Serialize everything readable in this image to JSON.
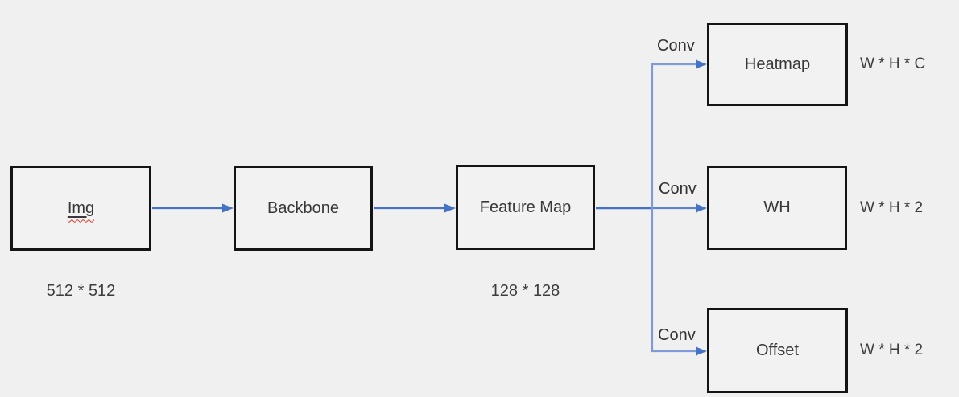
{
  "nodes": {
    "img": {
      "label": "Img",
      "dimension": "512 * 512"
    },
    "backbone": {
      "label": "Backbone"
    },
    "feature_map": {
      "label": "Feature Map",
      "dimension": "128 * 128"
    },
    "heatmap": {
      "label": "Heatmap",
      "output_dimension": "W * H * C"
    },
    "wh": {
      "label": "WH",
      "output_dimension": "W * H * 2"
    },
    "offset": {
      "label": "Offset",
      "output_dimension": "W * H * 2"
    }
  },
  "edges": {
    "conv_top_label": "Conv",
    "conv_middle_label": "Conv",
    "conv_bottom_label": "Conv"
  },
  "colors": {
    "arrow_main": "#4472c4",
    "arrow_branch": "#7e9ad8",
    "box_border": "#141414",
    "background": "#f0f0f0",
    "text": "#3d3d3d",
    "spellcheck_underline": "#da3b2b"
  }
}
